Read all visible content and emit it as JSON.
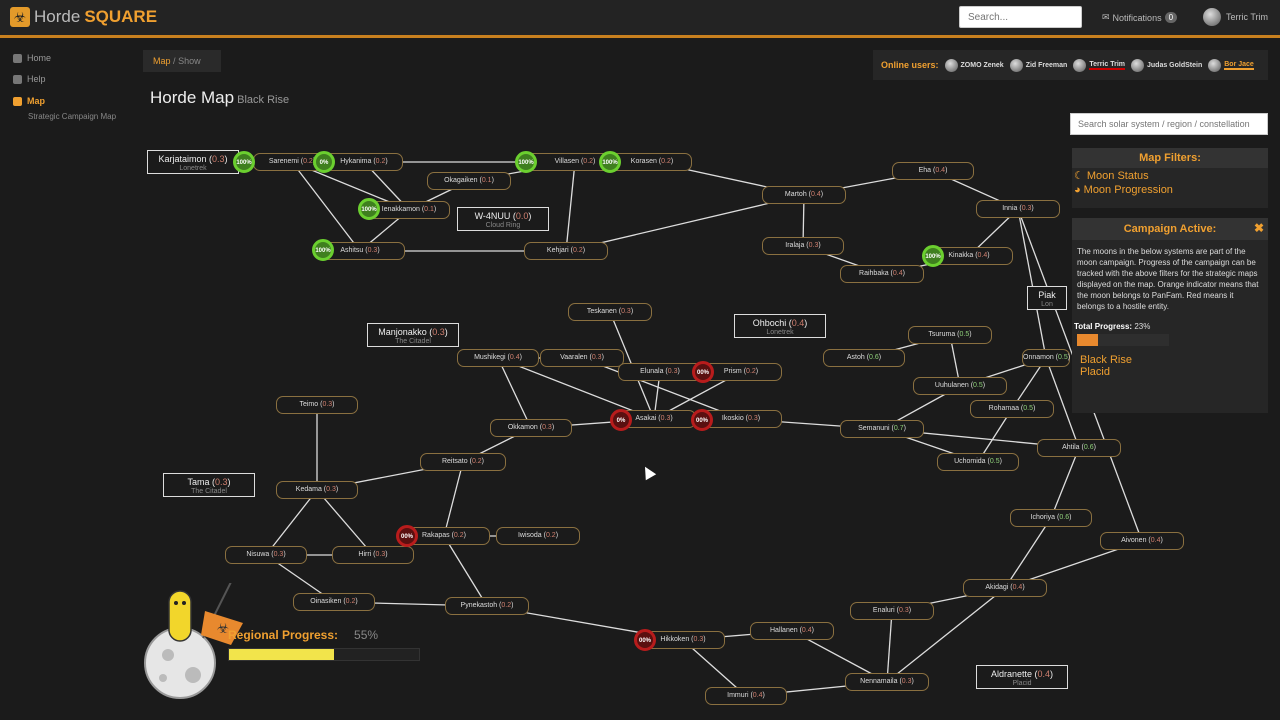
{
  "app": {
    "brand_prefix": "Horde",
    "brand_suffix": "SQUARE",
    "logo_icon": "biohazard-icon"
  },
  "header": {
    "search_placeholder": "Search...",
    "notifications_label": "Notifications",
    "notifications_count": "0",
    "user_name": "Terric Trim"
  },
  "sidebar": {
    "items": [
      {
        "label": "Home",
        "icon": "home-icon"
      },
      {
        "label": "Help",
        "icon": "help-icon"
      },
      {
        "label": "Map",
        "icon": "map-icon"
      }
    ],
    "sub_item": "Strategic Campaign Map"
  },
  "breadcrumb": {
    "link": "Map",
    "sep": "/",
    "current": "Show"
  },
  "page": {
    "title": "Horde Map",
    "subtitle": "Black Rise"
  },
  "online": {
    "label": "Online users:",
    "users": [
      "ZOMO Zenek",
      "Zid Freeman",
      "Terric Trim",
      "Judas GoldStein",
      "Bor Jace"
    ]
  },
  "map_search": {
    "placeholder": "Search solar system / region / constellation"
  },
  "filters": {
    "title": "Map Filters:",
    "items": [
      "Moon Status",
      "Moon Progression"
    ]
  },
  "campaign": {
    "title": "Campaign Active:",
    "description": "The moons in the below systems are part of the moon campaign. Progress of the campaign can be tracked with the above filters for the strategic maps displayed on the map. Orange indicator means that the moon belongs to PanFam. Red means it belongs to a hostile entity.",
    "total_label": "Total Progress:",
    "total_pct": "23%",
    "total_value": 23,
    "regions": [
      "Black Rise",
      "Placid"
    ]
  },
  "regional": {
    "label": "Regional Progress:",
    "pct": "55%",
    "value": 55
  },
  "colors": {
    "accent": "#f0a030",
    "moon_green": "#6bcf2f",
    "moon_red": "#b81c1c",
    "link": "#dddddd"
  },
  "systems": [
    {
      "name": "Sarenemi",
      "sec": "0.2"
    },
    {
      "name": "Hykanima",
      "sec": "0.2"
    },
    {
      "name": "Villasen",
      "sec": "0.2"
    },
    {
      "name": "Korasen",
      "sec": "0.2"
    },
    {
      "name": "Okagaiken",
      "sec": "0.1"
    },
    {
      "name": "Ienakkamon",
      "sec": "0.1"
    },
    {
      "name": "Ashitsu",
      "sec": "0.3"
    },
    {
      "name": "Kehjari",
      "sec": "0.2"
    },
    {
      "name": "Martoh",
      "sec": "0.4"
    },
    {
      "name": "Eha",
      "sec": "0.4"
    },
    {
      "name": "Innia",
      "sec": "0.3"
    },
    {
      "name": "Iralaja",
      "sec": "0.3"
    },
    {
      "name": "Kinakka",
      "sec": "0.4"
    },
    {
      "name": "Raihbaka",
      "sec": "0.4"
    },
    {
      "name": "Teskanen",
      "sec": "0.3"
    },
    {
      "name": "Mushikegi",
      "sec": "0.4"
    },
    {
      "name": "Vaaralen",
      "sec": "0.3"
    },
    {
      "name": "Elunala",
      "sec": "0.3"
    },
    {
      "name": "Prism",
      "sec": "0.2"
    },
    {
      "name": "Asakai",
      "sec": "0.3"
    },
    {
      "name": "Ikoskio",
      "sec": "0.3"
    },
    {
      "name": "Okkamon",
      "sec": "0.3"
    },
    {
      "name": "Tsuruma",
      "sec": "0.5"
    },
    {
      "name": "Astoh",
      "sec": "0.6"
    },
    {
      "name": "Uuhulanen",
      "sec": "0.5"
    },
    {
      "name": "Onnamon",
      "sec": "0.5"
    },
    {
      "name": "Rohamaa",
      "sec": "0.5"
    },
    {
      "name": "Semanuni",
      "sec": "0.7"
    },
    {
      "name": "Ahtila",
      "sec": "0.6"
    },
    {
      "name": "Uchomida",
      "sec": "0.5"
    },
    {
      "name": "Teimo",
      "sec": "0.3"
    },
    {
      "name": "Reitsato",
      "sec": "0.2"
    },
    {
      "name": "Kedama",
      "sec": "0.3"
    },
    {
      "name": "Rakapas",
      "sec": "0.2"
    },
    {
      "name": "Iwisoda",
      "sec": "0.2"
    },
    {
      "name": "Nisuwa",
      "sec": "0.3"
    },
    {
      "name": "Hirri",
      "sec": "0.3"
    },
    {
      "name": "Oinasiken",
      "sec": "0.2"
    },
    {
      "name": "Pynekastoh",
      "sec": "0.2"
    },
    {
      "name": "Hikkoken",
      "sec": "0.3"
    },
    {
      "name": "Hallanen",
      "sec": "0.4"
    },
    {
      "name": "Enaluri",
      "sec": "0.3"
    },
    {
      "name": "Akidagi",
      "sec": "0.4"
    },
    {
      "name": "Aivonen",
      "sec": "0.4"
    },
    {
      "name": "Ichoriya",
      "sec": "0.6"
    },
    {
      "name": "Nennamaila",
      "sec": "0.3"
    },
    {
      "name": "Immuri",
      "sec": "0.4"
    }
  ],
  "regions": [
    {
      "name": "Karjataimon",
      "sec": "0.3",
      "constellation": "Lonetrek"
    },
    {
      "name": "W-4NUU",
      "sec": "0.0",
      "constellation": "Cloud Ring"
    },
    {
      "name": "Manjonakko",
      "sec": "0.3",
      "constellation": "The Citadel"
    },
    {
      "name": "Ohbochi",
      "sec": "0.4",
      "constellation": "Lonetrek"
    },
    {
      "name": "Tama",
      "sec": "0.3",
      "constellation": "The Citadel"
    },
    {
      "name": "Aldranette",
      "sec": "0.4",
      "constellation": "Placid"
    },
    {
      "name": "Piak",
      "sec": "",
      "constellation": "Lon"
    }
  ],
  "moons": [
    {
      "label": "100%",
      "status": "green"
    },
    {
      "label": "0%",
      "status": "green"
    },
    {
      "label": "100%",
      "status": "green"
    },
    {
      "label": "100%",
      "status": "green"
    },
    {
      "label": "100%",
      "status": "green"
    },
    {
      "label": "100%",
      "status": "green"
    },
    {
      "label": "100%",
      "status": "green"
    },
    {
      "label": "0%",
      "status": "red"
    },
    {
      "label": "00%",
      "status": "red"
    },
    {
      "label": "00%",
      "status": "red"
    },
    {
      "label": "00%",
      "status": "red"
    },
    {
      "label": "00%",
      "status": "red"
    }
  ]
}
